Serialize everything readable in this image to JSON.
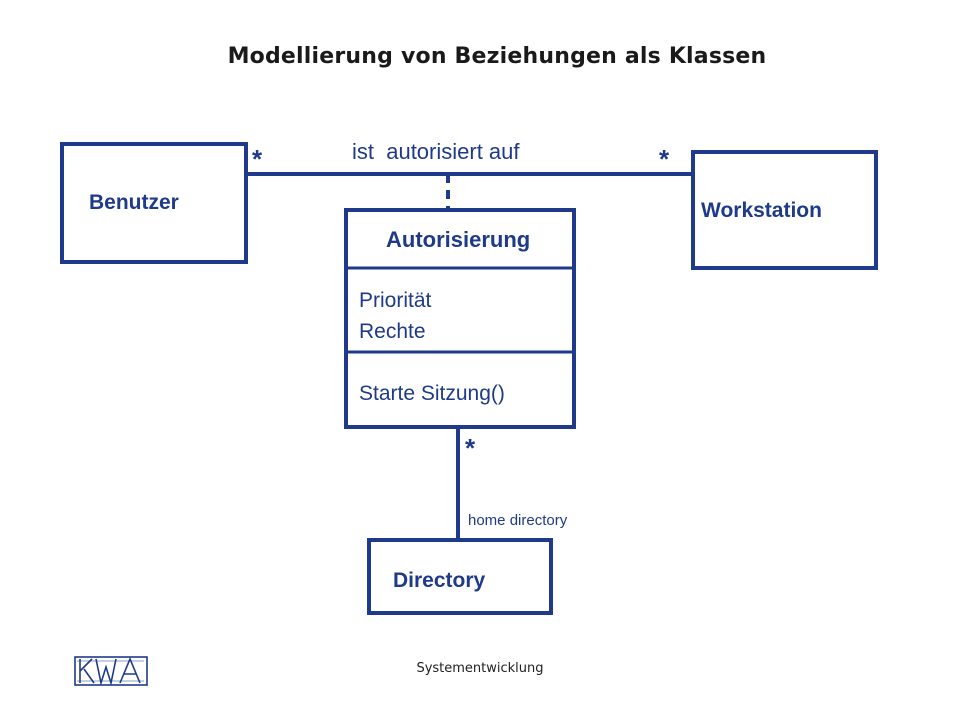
{
  "title": "Modellierung von Beziehungen als Klassen",
  "colors": {
    "diagram": "#1f3a8a",
    "text": "#1a1a1a",
    "background": "#ffffff"
  },
  "classes": {
    "benutzer": {
      "name": "Benutzer"
    },
    "workstation": {
      "name": "Workstation"
    },
    "autorisierung": {
      "name": "Autorisierung",
      "attributes": [
        "Priorität",
        "Rechte"
      ],
      "operations": [
        "Starte Sitzung()"
      ]
    },
    "directory": {
      "name": "Directory"
    }
  },
  "associations": {
    "main": {
      "label": "ist  autorisiert auf",
      "mult_left": "*",
      "mult_right": "*"
    },
    "home": {
      "label": "home directory",
      "mult": "*"
    }
  },
  "footer": {
    "text": "Systementwicklung",
    "logo_icon": "kwa-logo-icon"
  }
}
